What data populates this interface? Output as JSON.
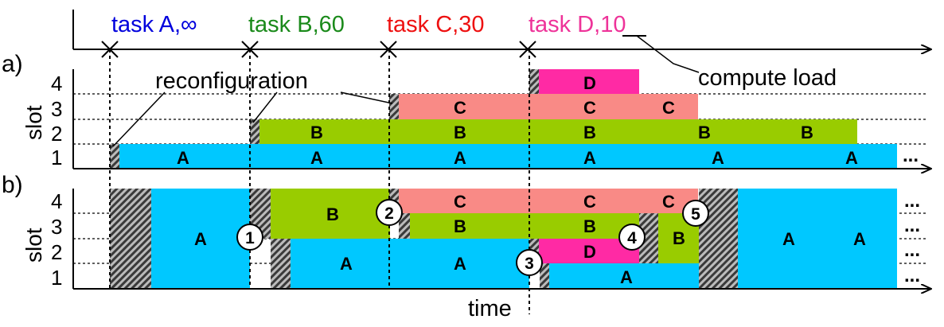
{
  "tasks": [
    {
      "id": "A",
      "label": "task A,∞",
      "color": "#0000dd"
    },
    {
      "id": "B",
      "label": "task B,60",
      "color": "#1a8a1a"
    },
    {
      "id": "C",
      "label": "task C,30",
      "color": "#ee1111"
    },
    {
      "id": "D",
      "label": "task D,10",
      "color": "#ee3399"
    }
  ],
  "colors": {
    "A": "#00c8ff",
    "B": "#99cc00",
    "C": "#f98a86",
    "D": "#ff2aa4",
    "hatch_dark": "#3a3a3a",
    "hatch_light": "#bbbbbb",
    "line": "#000000"
  },
  "section_labels": {
    "a": "a)",
    "b": "b)"
  },
  "axis": {
    "slot_label": "slot",
    "time_label": "time",
    "slot_ticks": [
      "1",
      "2",
      "3",
      "4"
    ]
  },
  "annotations": {
    "reconfiguration": "reconfiguration",
    "compute_load": "compute load"
  },
  "ellipsis": "...",
  "block_labels": {
    "A": "A",
    "B": "B",
    "C": "C",
    "D": "D"
  },
  "markers": [
    "1",
    "2",
    "3",
    "4",
    "5"
  ]
}
